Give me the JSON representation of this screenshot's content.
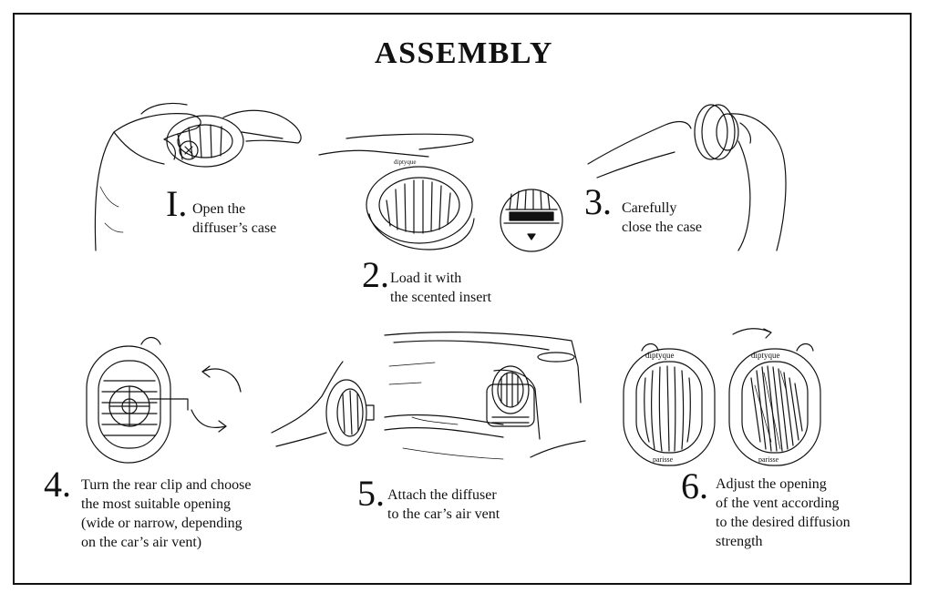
{
  "title": "ASSEMBLY",
  "steps": [
    {
      "number": "I.",
      "lines": [
        "Open the",
        "diffuser’s case"
      ]
    },
    {
      "number": "2.",
      "lines": [
        "Load it with",
        "the scented insert"
      ]
    },
    {
      "number": "3.",
      "lines": [
        "Carefully",
        "close the case"
      ]
    },
    {
      "number": "4.",
      "lines": [
        "Turn the rear clip and choose",
        "the most suitable opening",
        "(wide or narrow, depending",
        "on the car’s air vent)"
      ]
    },
    {
      "number": "5.",
      "lines": [
        "Attach the diffuser",
        "to the car’s air vent"
      ]
    },
    {
      "number": "6.",
      "lines": [
        "Adjust the opening",
        "of the vent according",
        "to the desired diffusion",
        "strength"
      ]
    }
  ]
}
